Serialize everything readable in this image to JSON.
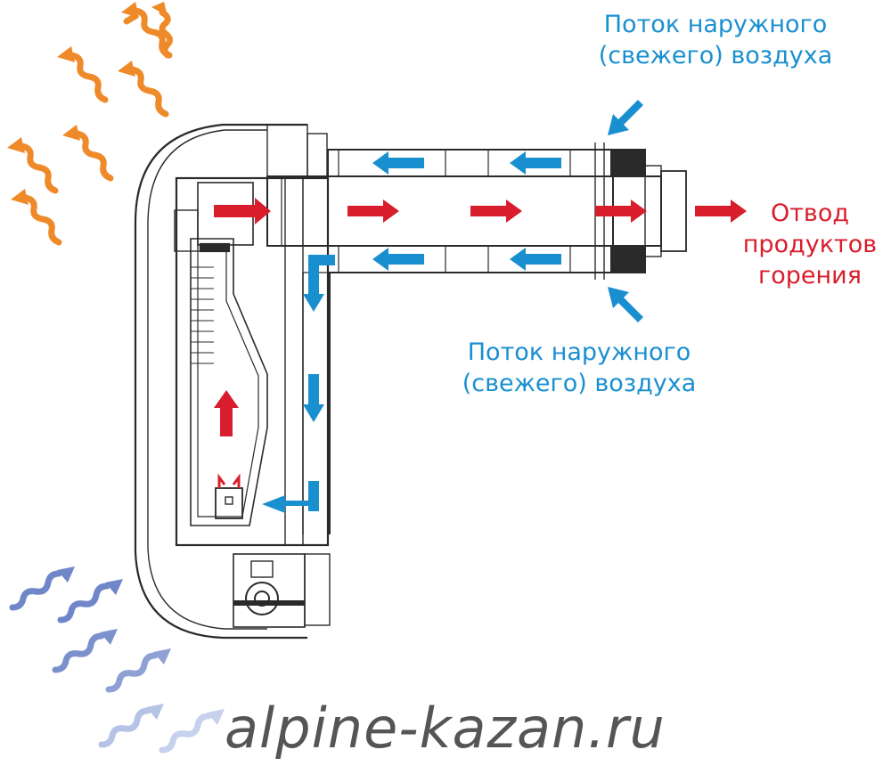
{
  "labels": {
    "fresh_air_top_line1": "Поток наружного",
    "fresh_air_top_line2": "(свежего) воздуха",
    "fresh_air_bottom_line1": "Поток наружного",
    "fresh_air_bottom_line2": "(свежего) воздуха",
    "exhaust_line1": "Отвод",
    "exhaust_line2": "продуктов",
    "exhaust_line3": "горения"
  },
  "watermark": "alpine-kazan.ru",
  "colors": {
    "fresh_air": "#1a8fd0",
    "exhaust": "#d81e2c",
    "heat_waves": "#ef8a2a",
    "cool_waves": "#6f86c8",
    "outline": "#2a2a2a"
  },
  "icons": [
    "heat-wave-icon",
    "cool-air-wave-icon",
    "burner-icon",
    "flow-arrow-icon"
  ]
}
